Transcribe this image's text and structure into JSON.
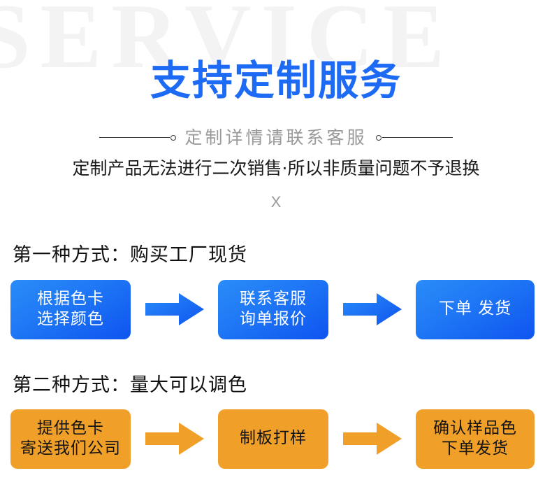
{
  "page": {
    "watermark_text": "SERVICE",
    "background_color": "#ffffff",
    "watermark_color": "#f3f3f3"
  },
  "hero": {
    "title": "支持定制服务",
    "title_color": "#1d6bf5",
    "title_stroke_color": "#ffffff",
    "subtitle": "定制详情请联系客服",
    "subtitle_color": "#9a9a9a",
    "notice": "定制产品无法进行二次销售·所以非质量问题不予退换",
    "notice_color": "#1a1a1a",
    "close_mark": "X",
    "close_mark_color": "#9b9b9b"
  },
  "methods": [
    {
      "heading": "第一种方式：购买工厂现货",
      "accent_color": "#1f78f5",
      "steps": [
        {
          "line1": "根据色卡",
          "line2": "选择颜色"
        },
        {
          "line1": "联系客服",
          "line2": "询单报价"
        },
        {
          "line1": "下单  发货",
          "line2": ""
        }
      ]
    },
    {
      "heading": "第二种方式：量大可以调色",
      "accent_color": "#f0a028",
      "steps": [
        {
          "line1": "提供色卡",
          "line2": "寄送我们公司"
        },
        {
          "line1": "制板打样",
          "line2": ""
        },
        {
          "line1": "确认样品色",
          "line2": "下单发货"
        }
      ]
    }
  ]
}
